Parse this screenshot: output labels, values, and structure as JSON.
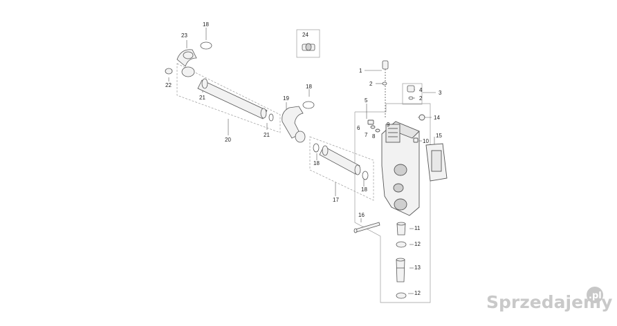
{
  "callouts": {
    "c1": "1",
    "c2a": "2",
    "c2b": "2",
    "c3": "3",
    "c4": "4",
    "c5": "5",
    "c6": "6",
    "c7": "7",
    "c8": "8",
    "c9": "9",
    "c10": "10",
    "c11": "11",
    "c12a": "12",
    "c12b": "12",
    "c13": "13",
    "c14": "14",
    "c15": "15",
    "c16": "16",
    "c17": "17",
    "c18a": "18",
    "c18b": "18",
    "c18c": "18",
    "c18d": "18",
    "c19": "19",
    "c20": "20",
    "c21a": "21",
    "c21b": "21",
    "c22": "22",
    "c23": "23",
    "c24": "24"
  },
  "watermark": {
    "text": "Sprzedajemy",
    "tld": ".pl",
    "badge_color": "#c7c7c7"
  },
  "colors": {
    "line": "#555555",
    "frame": "#9a9a9a",
    "part_fill": "#f2f2f2",
    "part_shade": "#cfcfcf"
  }
}
